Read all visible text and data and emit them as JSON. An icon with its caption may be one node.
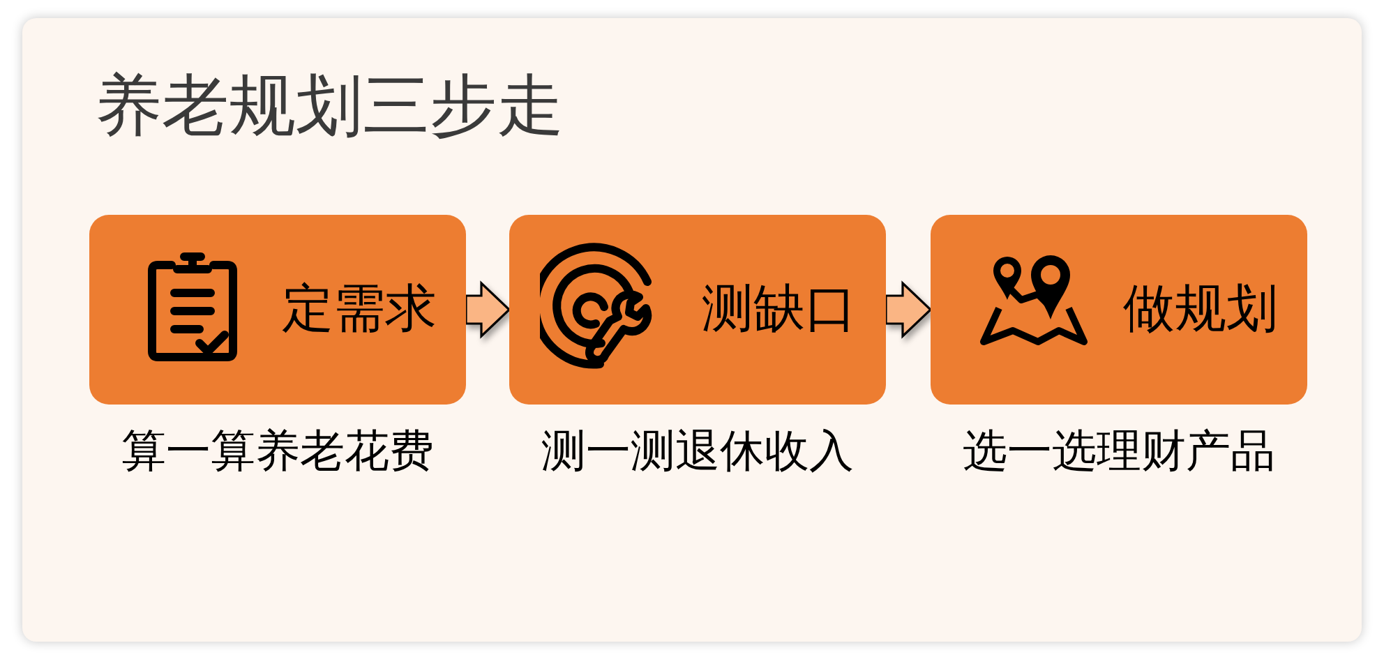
{
  "diagram": {
    "title": "养老规划三步走",
    "nodes": [
      {
        "text": [
          "定需求"
        ],
        "beside": [
          "算一算养老花费"
        ]
      },
      {
        "text": [
          "测缺口"
        ],
        "beside": [
          "测一测退休收入"
        ]
      },
      {
        "text": [
          "做规划"
        ],
        "beside": [
          "选一选理财产品"
        ]
      }
    ],
    "edges": [
      {
        "from": 0,
        "to": 1,
        "arrow": "to"
      },
      {
        "from": 1,
        "to": 2,
        "arrow": "to"
      }
    ]
  }
}
